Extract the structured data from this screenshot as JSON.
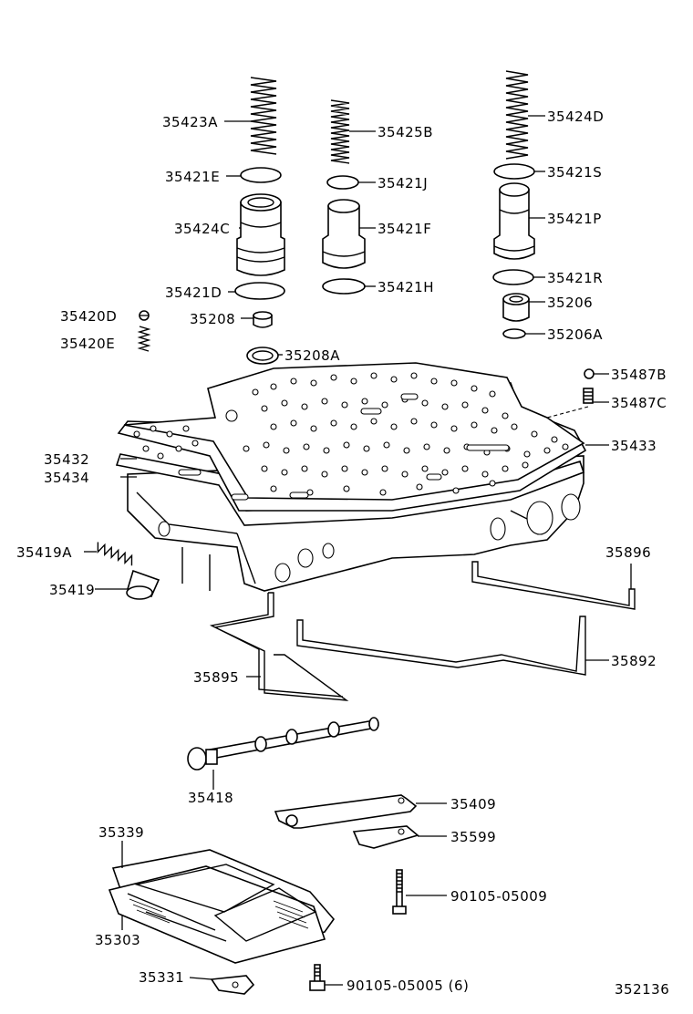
{
  "diagram_id": "352136",
  "labels": {
    "p35423A": "35423A",
    "p35425B": "35425B",
    "p35424D": "35424D",
    "p35421E": "35421E",
    "p35421J": "35421J",
    "p35421S": "35421S",
    "p35424C": "35424C",
    "p35421F": "35421F",
    "p35421P": "35421P",
    "p35421D": "35421D",
    "p35421H": "35421H",
    "p35421R": "35421R",
    "p35206": "35206",
    "p35206A": "35206A",
    "p35420D": "35420D",
    "p35420E": "35420E",
    "p35208": "35208",
    "p35208A": "35208A",
    "p35487B": "35487B",
    "p35487C": "35487C",
    "p35432": "35432",
    "p35434": "35434",
    "p35433": "35433",
    "p35419A": "35419A",
    "p35419": "35419",
    "p35896": "35896",
    "p35892": "35892",
    "p35895": "35895",
    "p35418": "35418",
    "p35409": "35409",
    "p35599": "35599",
    "p35339": "35339",
    "p90105_05009": "90105-05009",
    "p35303": "35303",
    "p35331": "35331",
    "p90105_05005": "90105-05005 (6)"
  }
}
